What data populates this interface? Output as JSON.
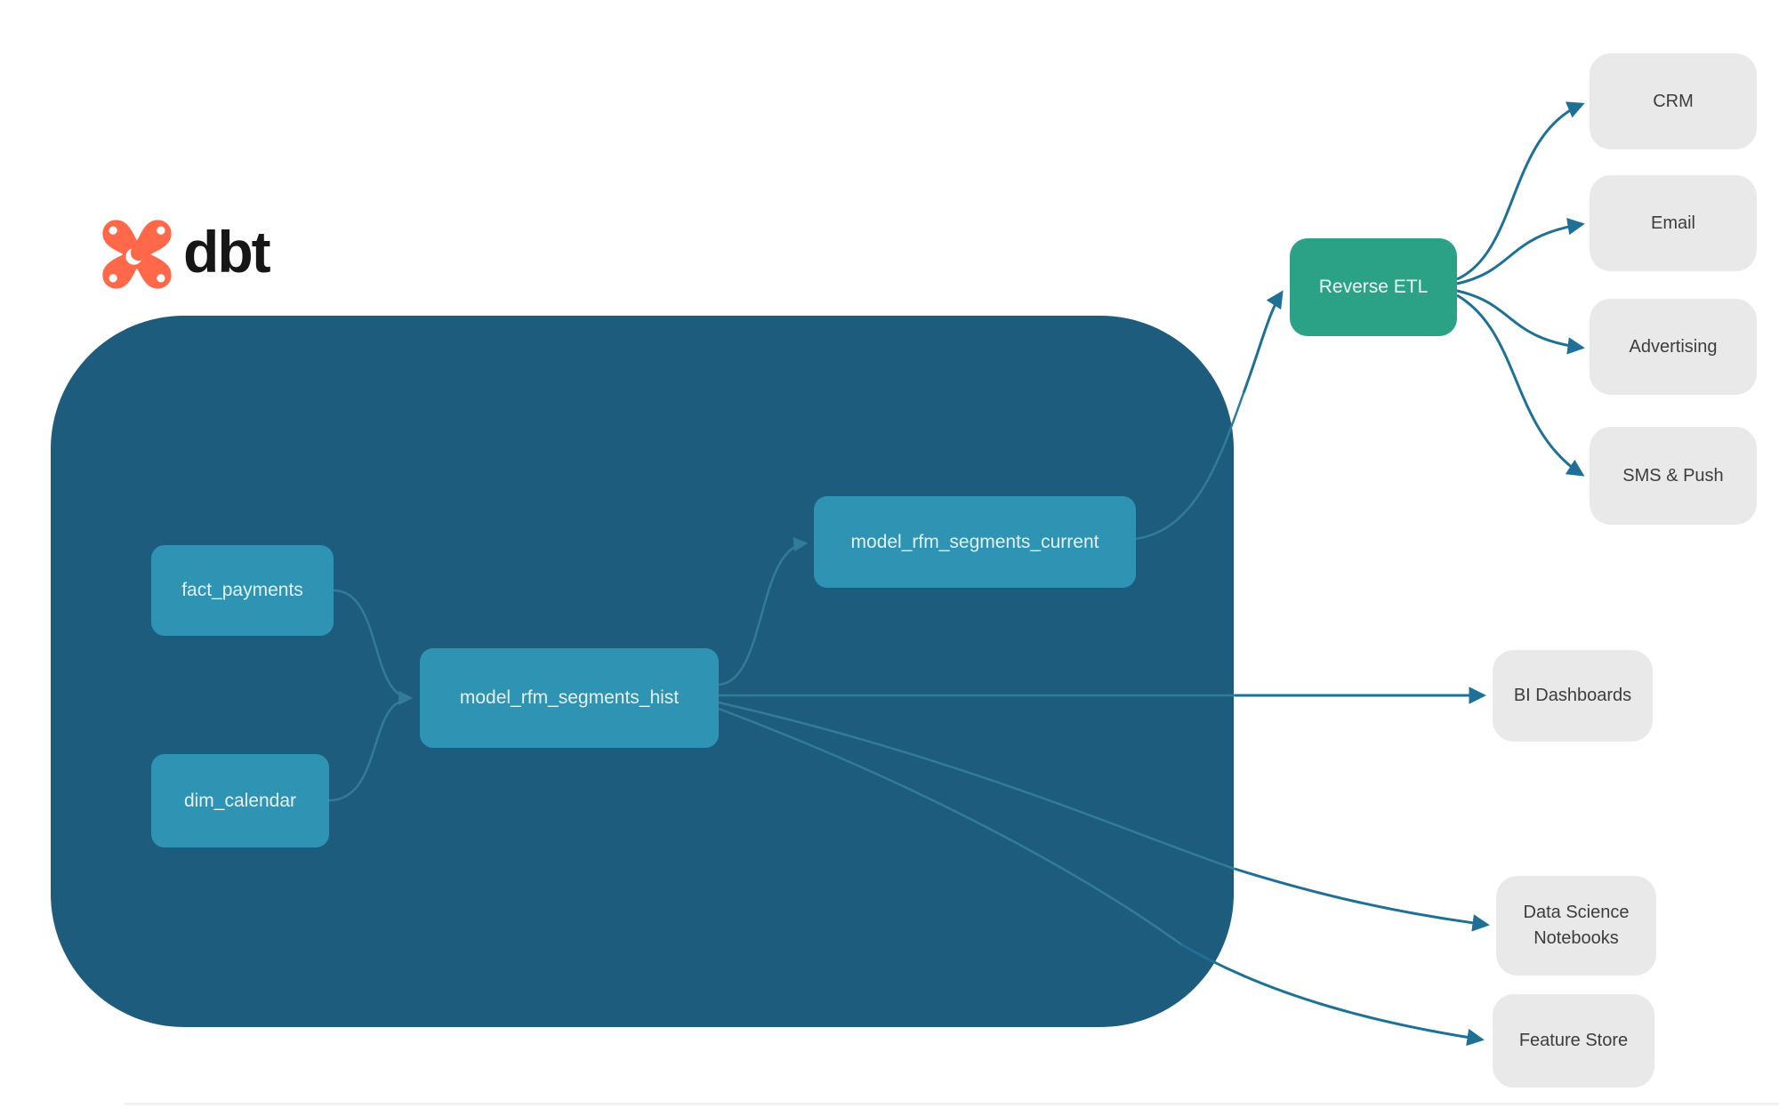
{
  "brand": {
    "name": "dbt",
    "logo_color": "#ff694a",
    "wordmark_color": "#161616"
  },
  "colors": {
    "warehouse_container": "#1d5c7d",
    "model_node": "#2f93b4",
    "reverse_etl_node": "#2ba185",
    "destination_node": "#e9e9e9",
    "edge_inside": "#327c99",
    "edge_outside": "#1f7096"
  },
  "warehouse": {
    "sources": [
      {
        "label": "fact_payments"
      },
      {
        "label": "dim_calendar"
      }
    ],
    "models": [
      {
        "label": "model_rfm_segments_hist"
      },
      {
        "label": "model_rfm_segments_current"
      }
    ]
  },
  "reverse_etl": {
    "label": "Reverse ETL"
  },
  "activation_destinations": [
    {
      "label": "CRM"
    },
    {
      "label": "Email"
    },
    {
      "label": "Advertising"
    },
    {
      "label": "SMS & Push"
    }
  ],
  "analytics_destinations": [
    {
      "label": "BI Dashboards"
    },
    {
      "label": "Data Science Notebooks"
    },
    {
      "label": "Feature Store"
    }
  ],
  "edges": [
    {
      "from": "fact_payments",
      "to": "model_rfm_segments_hist"
    },
    {
      "from": "dim_calendar",
      "to": "model_rfm_segments_hist"
    },
    {
      "from": "model_rfm_segments_hist",
      "to": "model_rfm_segments_current"
    },
    {
      "from": "model_rfm_segments_hist",
      "to": "BI Dashboards"
    },
    {
      "from": "model_rfm_segments_hist",
      "to": "Data Science Notebooks"
    },
    {
      "from": "model_rfm_segments_hist",
      "to": "Feature Store"
    },
    {
      "from": "model_rfm_segments_current",
      "to": "Reverse ETL"
    },
    {
      "from": "Reverse ETL",
      "to": "CRM"
    },
    {
      "from": "Reverse ETL",
      "to": "Email"
    },
    {
      "from": "Reverse ETL",
      "to": "Advertising"
    },
    {
      "from": "Reverse ETL",
      "to": "SMS & Push"
    }
  ]
}
